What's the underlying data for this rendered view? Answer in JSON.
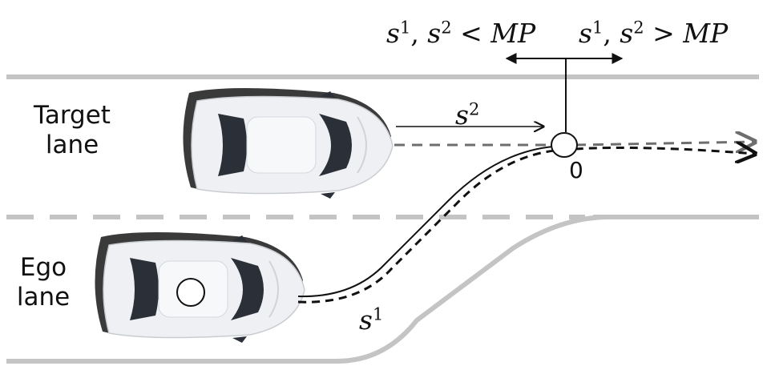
{
  "lanes": {
    "target_label": [
      "Target",
      "lane"
    ],
    "ego_label": [
      "Ego",
      "lane"
    ]
  },
  "annotations": {
    "merge_condition_left": {
      "vars": [
        "s",
        "1",
        ", ",
        "s",
        "2"
      ],
      "op": " < MP"
    },
    "merge_condition_right": {
      "vars": [
        "s",
        "1",
        ", ",
        "s",
        "2"
      ],
      "op": " > MP"
    },
    "s2": {
      "base": "s",
      "sup": "2"
    },
    "s1": {
      "base": "s",
      "sup": "1"
    },
    "merge_point_value": "0"
  },
  "colors": {
    "road_line": "#c4c4c4",
    "ink": "#111111",
    "lane_center": "#6e6e6e",
    "car_body": "#eef0f3",
    "car_shadow": "#3a3a3a",
    "glass": "#2a2f38"
  }
}
